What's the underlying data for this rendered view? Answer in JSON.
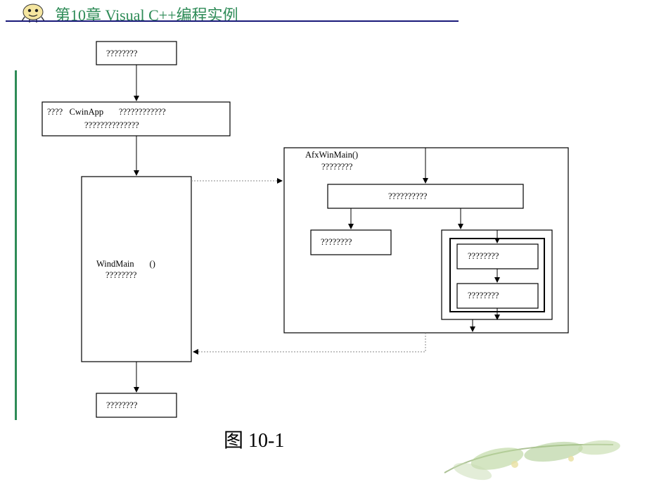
{
  "header": {
    "title": "第10章   Visual C++编程实例"
  },
  "diagram": {
    "start_box": "????????",
    "cwinapp_line1": "????   CwinApp       ????????????",
    "cwinapp_line2": "??????????????",
    "winmain_label": "WindMain       ()",
    "winmain_sub": "????????",
    "afx_label": "AfxWinMain()",
    "afx_sub": "????????",
    "afx_init_box": "??????????",
    "afx_left_box": "????????",
    "afx_loop_box1": "????????",
    "afx_loop_box2": "????????",
    "end_box": "????????"
  },
  "caption": "图  10-1",
  "colors": {
    "accent_green": "#2e8b57",
    "rule_navy": "#1a1a7a"
  }
}
